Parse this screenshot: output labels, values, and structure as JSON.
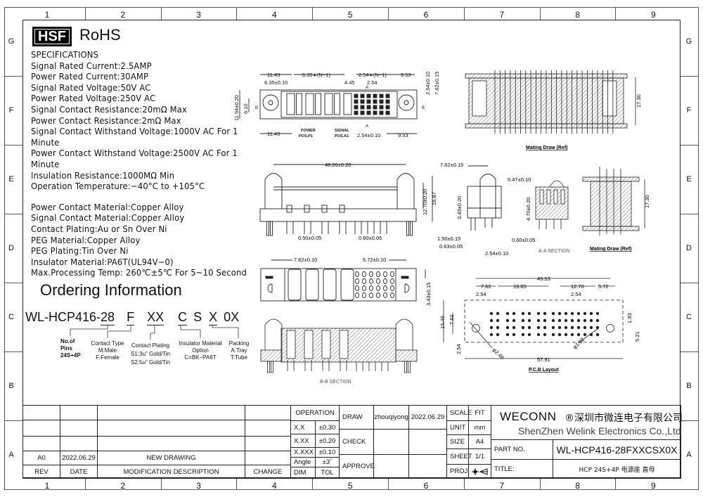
{
  "grid": {
    "columns": [
      "1",
      "2",
      "3",
      "4",
      "5",
      "6",
      "7",
      "8",
      "9"
    ],
    "rows": [
      "G",
      "F",
      "E",
      "D",
      "C",
      "B",
      "A"
    ]
  },
  "header": {
    "hsf": "HSF",
    "rohs": "RoHS"
  },
  "specifications": {
    "title": "SPECIFICATIONS",
    "lines_a": [
      "Signal Rated Current:2.5AMP",
      "Power Rated Current:30AMP",
      "Signal Rated Voltage:50V AC",
      "Power Rated Voltage:250V AC",
      "Signal Contact Resistance:20mΩ Max",
      "Power Contact Resistance:2mΩ Max",
      "Signal Contact Withstand Voltage:1000V AC For 1",
      "Minute",
      "Power Contact Withstand Voltage:2500V AC For 1",
      "Minute",
      "Insulation Resistance:1000MΩ Min",
      "Operation Temperature:−40°C to +105°C"
    ],
    "lines_b": [
      "Power Contact Material:Copper Alloy",
      "Signal Contact Material:Copper Alloy",
      "Contact Plating:Au or Sn Over Ni",
      "PEG Material:Copper Alloy",
      "PEG Plating:Tin Over Ni",
      "Insulator Material:PA6T(UL94V−0)",
      "Max.Processing Temp: 260℃±5℃ For 5~10 Second"
    ]
  },
  "ordering": {
    "title": "Ordering Information",
    "prefix": "WL-HCP416-",
    "parts": [
      "28",
      "F",
      "XX",
      "C",
      "S",
      "X",
      "0X"
    ],
    "labels": {
      "pins": [
        "No.of",
        "Pins",
        "24S+4P"
      ],
      "contact_type": [
        "Contact Type",
        "M:Male",
        "F:Female"
      ],
      "contact_plating": [
        "Contact Plating",
        "S1:3u\" Gold/Tin",
        "S2:5u\" Gold/Tin"
      ],
      "insulator": [
        "Insulator Material",
        "Option",
        "C=BK−PA6T"
      ],
      "packing": [
        "Packing",
        "A:Tray",
        "T:Tube"
      ]
    }
  },
  "drawings": {
    "top_view": {
      "dims": [
        "11.43",
        "6.35∗(N−1)",
        "6.35±0.10",
        "4.45",
        "2.54∗(N−1)",
        "2.54",
        "9.53",
        "2.54±0.10",
        "7.62±0.15",
        "11.94±0.20",
        "6.10",
        "11.43",
        "2.54±0.10",
        "9.53"
      ],
      "power_label": [
        "POWER",
        "POS.P1"
      ],
      "signal_label": [
        "SIGNAL",
        "POS.A1"
      ],
      "section_marks": [
        "A",
        "A",
        "B",
        "B"
      ]
    },
    "mating_top": {
      "dim": "17.30",
      "caption": "Mating Draw (Ref)"
    },
    "front_view": {
      "dims": [
        "48.26±0.20",
        "12.70±0.20",
        "16.87",
        "0.50±0.05",
        "0.60±0.05"
      ]
    },
    "side_view": {
      "dims": [
        "7.62±0.15",
        "3.43±0.20",
        "1.50±0.15",
        "0.63±0.05",
        "2.54±0.10"
      ]
    },
    "section_aa": {
      "dims": [
        "0.47±0.10",
        "4.70±0.20",
        "0.60±0.05"
      ],
      "caption": "A-A SECTION"
    },
    "mating_side": {
      "dim": "17.30",
      "caption": "Mating Draw (Ref)"
    },
    "bottom_view": {
      "dims": [
        "7.62±0.10",
        "5.72±0.10",
        "3.43±0.15"
      ]
    },
    "section_bb": {
      "caption": "B-B SECTION"
    },
    "pcb_layout": {
      "dims": [
        "49.53",
        "7.62",
        "19.05",
        "12.70",
        "5.72",
        "2.54",
        "2.54",
        "15.49",
        "7.62",
        "2.54",
        "φ2.49",
        "φ1.02",
        "57.91",
        "1.93",
        "5.21"
      ],
      "caption": "P.C.B Layout"
    }
  },
  "title_block": {
    "revision": {
      "rev": "A0",
      "date": "2022.06.29",
      "description": "NEW DRAWING"
    },
    "headers": {
      "rev": "REV",
      "date": "DATE",
      "modification": "MODIFICATION  DESCRIPTION",
      "change": "CHANGE",
      "dim": "DIM",
      "tol": "TOL"
    },
    "operation": "OPERATION",
    "tolerances": [
      {
        "dim": "X.X",
        "tol": "±0.30"
      },
      {
        "dim": "X.XX",
        "tol": "±0.20"
      },
      {
        "dim": "X.XXX",
        "tol": "±0.10"
      },
      {
        "dim": "Angle",
        "tol": "±3˚"
      }
    ],
    "draw": {
      "label": "DRAW",
      "name": "zhouqiyong",
      "date": "2022.06.29"
    },
    "check": {
      "label": "CHECK"
    },
    "approve": {
      "label": "APPROVE"
    },
    "scale": {
      "label": "SCALE",
      "value": "FIT"
    },
    "unit": {
      "label": "UNIT",
      "value": "mm"
    },
    "size": {
      "label": "SIZE",
      "value": "A4"
    },
    "sheet": {
      "label": "SHEET",
      "value": "1/1"
    },
    "proj": {
      "label": "PROJ."
    },
    "company": {
      "brand": "WECONN",
      "cn_name": "®深圳市微连电子有限公司",
      "en_name": "ShenZhen Welink Electronics Co.,Ltd"
    },
    "part_no": {
      "label": "PART NO.",
      "value": "WL-HCP416-28FXXCSX0X"
    },
    "title": {
      "label": "TITLE:",
      "value": "HCP  24S+4P  电源座 直母"
    }
  }
}
